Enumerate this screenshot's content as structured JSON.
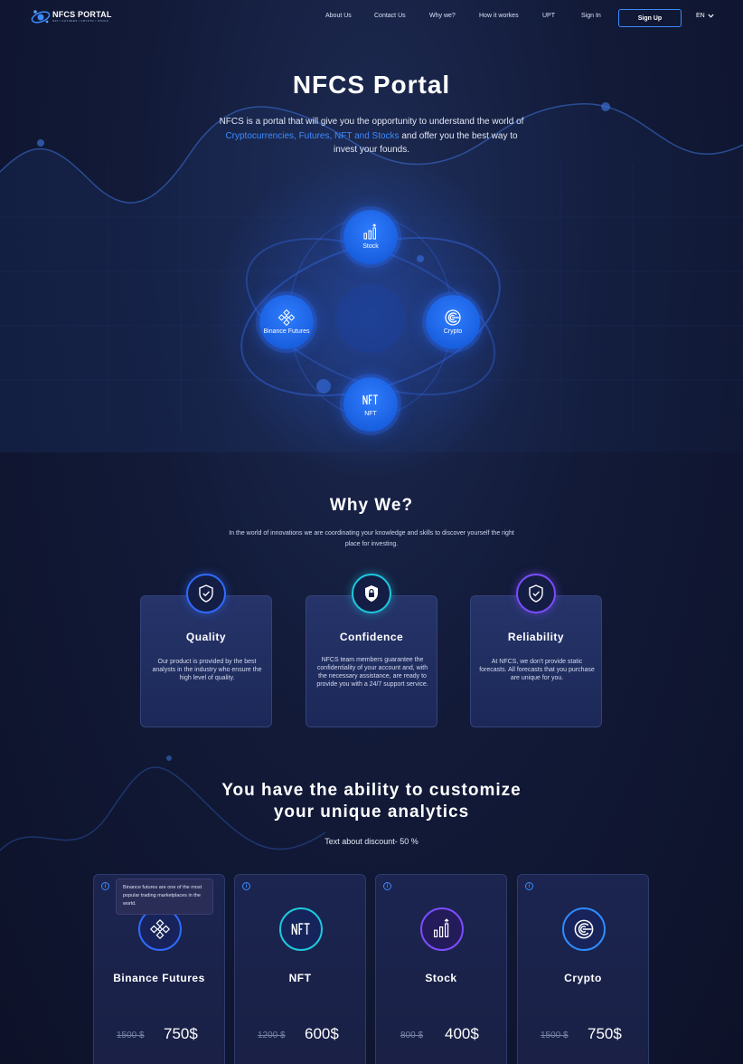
{
  "nav": {
    "logo_title": "NFCS PORTAL",
    "logo_subtitle": "NFT / FUTURES / CRYPTO / STOCK",
    "links": [
      "About Us",
      "Contact Us",
      "Why we?",
      "How it workes",
      "UPT",
      "Sign In"
    ],
    "signup": "Sign Up",
    "lang": "EN"
  },
  "hero": {
    "title": "NFCS Portal",
    "text_before": "NFCS is a portal that will give you the opportunity to understand the world of ",
    "highlight": "Cryptocurrencies, Futures, NFT and Stocks",
    "text_after": " and offer you the best way to invest your founds."
  },
  "orbit": {
    "nodes": [
      {
        "label": "Stock",
        "icon": "chart-growth-icon"
      },
      {
        "label": "Binance Futures",
        "icon": "binance-icon"
      },
      {
        "label": "Crypto",
        "icon": "crypto-coin-icon"
      },
      {
        "label": "NFT",
        "icon": "nft-icon"
      }
    ]
  },
  "why": {
    "title": "Why We?",
    "text": "In the world of innovations we are coordinating your knowledge and skills to discover yourself the right place for investing.",
    "cards": [
      {
        "title": "Quality",
        "text": "Our product is provided by the best analysts in the industry who ensure the high level of quality.",
        "icon": "shield-check-icon",
        "color": "#2f6bff"
      },
      {
        "title": "Confidence",
        "text": "NFCS team members guarantee the confidentiality of your account and, with the necessary assistance, are ready to provide you with a 24/7 support service.",
        "icon": "shield-lock-icon",
        "color": "#1ec8dd"
      },
      {
        "title": "Reliability",
        "text": "At NFCS, we don't provide static forecasts. All forecasts that you purchase are unique for you.",
        "icon": "shield-check-icon",
        "color": "#7b4dff"
      }
    ]
  },
  "customize": {
    "title_line1": "You have the ability to customize",
    "title_line2": "your unique analytics",
    "text": "Text about discount- 50 %",
    "tooltip": "Binance futures are one of the most popular trading marketplaces in the world.",
    "products": [
      {
        "name": "Binance Futures",
        "old_price": "1500 $",
        "price": "750$",
        "icon": "binance-icon",
        "color": "#2f6bff"
      },
      {
        "name": "NFT",
        "old_price": "1200 $",
        "price": "600$",
        "icon": "nft-icon",
        "color": "#1ec8dd"
      },
      {
        "name": "Stock",
        "old_price": "800 $",
        "price": "400$",
        "icon": "chart-growth-icon",
        "color": "#7b4dff"
      },
      {
        "name": "Crypto",
        "old_price": "1500 $",
        "price": "750$",
        "icon": "crypto-coin-icon",
        "color": "#2f8cff"
      }
    ]
  }
}
